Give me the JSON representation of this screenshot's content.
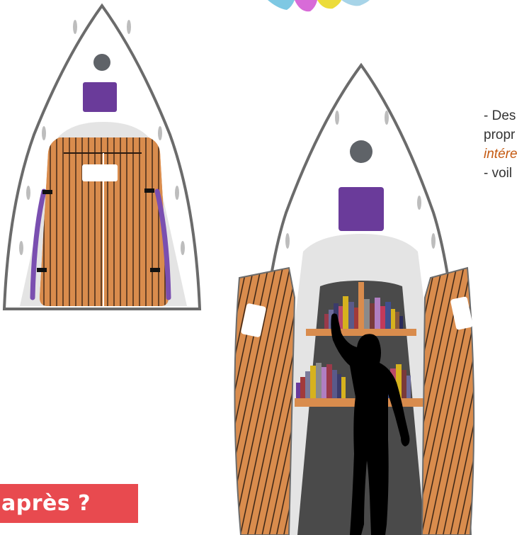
{
  "colors": {
    "hull_outline": "#6b6b6b",
    "hull_inner": "#e4e4e4",
    "deck_wood": "#d98c4d",
    "deck_lines": "#2a1a10",
    "hatch": "#6a3b9a",
    "porthole": "#5f6368",
    "interior_floor": "#4a4a4a",
    "shelf": "#d98c4d",
    "banner_bg": "#e84a4f",
    "accent_text": "#c55a11"
  },
  "note": {
    "line1": "- Des",
    "line2": "propr",
    "line3": "intére",
    "line4": "- voil"
  },
  "banner": {
    "label": "après ?"
  },
  "icons": [
    "boat-top-view-icon",
    "open-boat-library-icon",
    "woman-silhouette-icon",
    "books-icon"
  ]
}
